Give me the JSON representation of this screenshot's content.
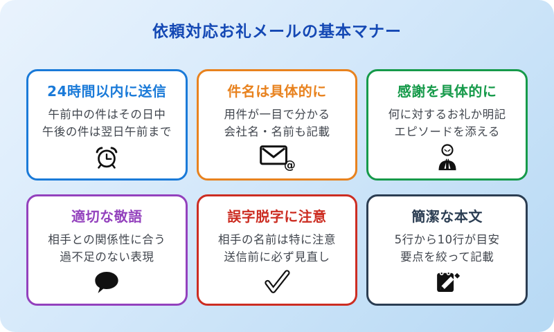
{
  "page": {
    "title": "依頼対応お礼メールの基本マナー",
    "title_color": "#1448b4",
    "background_gradient_start": "#e9f3fd",
    "background_gradient_end": "#b7d9f4"
  },
  "cards": [
    {
      "title": "24時間以内に送信",
      "line1": "午前中の件はその日中",
      "line2": "午後の件は翌日午前まで",
      "icon": "alarm-clock-icon",
      "color": "#1a7ad8"
    },
    {
      "title": "件名は具体的に",
      "line1": "用件が一目で分かる",
      "line2": "会社名・名前も記載",
      "icon": "email-at-icon",
      "color": "#e8821e"
    },
    {
      "title": "感謝を具体的に",
      "line1": "何に対するお礼か明記",
      "line2": "エピソードを添える",
      "icon": "bowing-person-icon",
      "color": "#169a4a"
    },
    {
      "title": "適切な敬語",
      "line1": "相手との関係性に合う",
      "line2": "過不足のない表現",
      "icon": "speech-bubble-icon",
      "color": "#9341bd"
    },
    {
      "title": "誤字脱字に注意",
      "line1": "相手の名前は特に注意",
      "line2": "送信前に必ず見直し",
      "icon": "checkmark-icon",
      "color": "#cc2d22"
    },
    {
      "title": "簡潔な本文",
      "line1": "5行から10行が目安",
      "line2": "要点を絞って記載",
      "icon": "memo-pen-icon",
      "color": "#2b3d52"
    }
  ],
  "icon_at_symbol": "@"
}
